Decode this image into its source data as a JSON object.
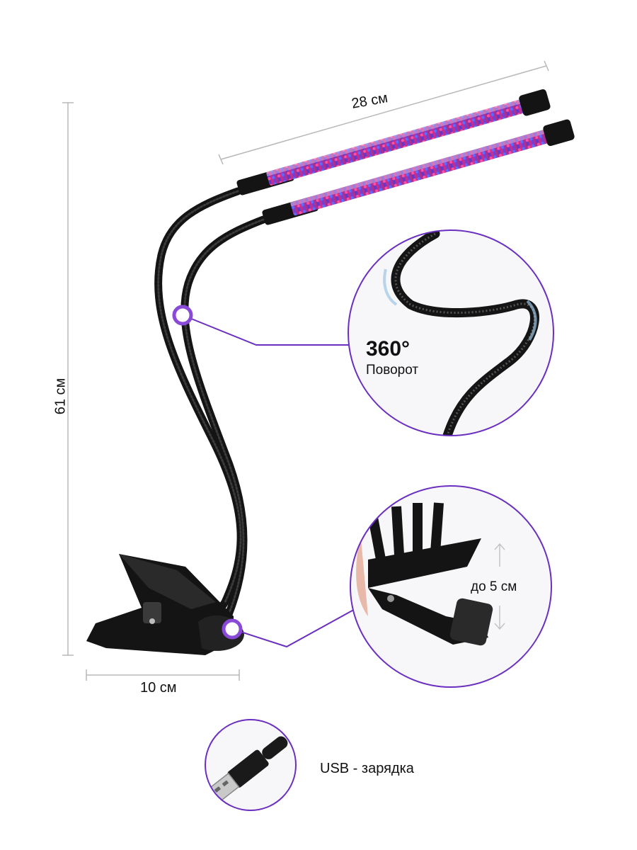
{
  "dimensions": {
    "tube_length": "28 см",
    "total_height": "61 см",
    "base_width": "10 см"
  },
  "features": {
    "rotation_degrees": "360°",
    "rotation_label": "Поворот",
    "clip_opening": "до 5 см",
    "power_label": "USB - зарядка"
  },
  "colors": {
    "accent_purple": "#6b2fc0",
    "led_red": "#e0287a",
    "led_blue": "#3a3ae0",
    "body_black": "#141414",
    "dimension_gray": "#b8b8b8"
  }
}
